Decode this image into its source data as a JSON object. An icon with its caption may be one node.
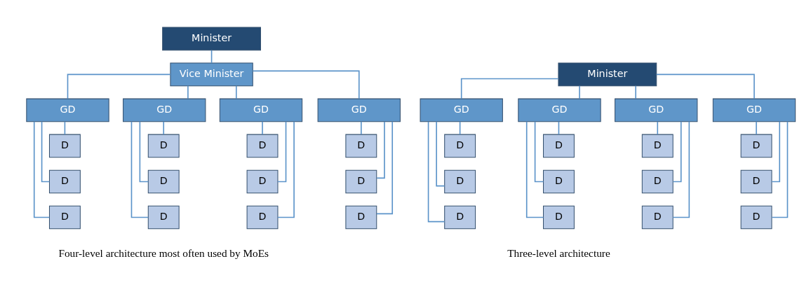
{
  "diagram": {
    "nodes": [
      {
        "text": [
          "Minister"
        ]
      },
      {
        "text": [
          "Vice Minister"
        ]
      },
      {
        "text": [
          "GD"
        ]
      },
      {
        "text": [
          "GD"
        ]
      },
      {
        "text": [
          "GD"
        ]
      },
      {
        "text": [
          "GD"
        ]
      },
      {
        "text": [
          "D"
        ]
      },
      {
        "text": [
          "D"
        ]
      },
      {
        "text": [
          "D"
        ]
      },
      {
        "text": [
          "D"
        ]
      },
      {
        "text": [
          "D"
        ]
      },
      {
        "text": [
          "D"
        ]
      },
      {
        "text": [
          "D"
        ]
      },
      {
        "text": [
          "D"
        ]
      },
      {
        "text": [
          "D"
        ]
      },
      {
        "text": [
          "D"
        ]
      },
      {
        "text": [
          "D"
        ]
      },
      {
        "text": [
          "D"
        ]
      },
      {
        "text": [
          "Minister"
        ]
      },
      {
        "text": [
          "GD"
        ]
      },
      {
        "text": [
          "GD"
        ]
      },
      {
        "text": [
          "GD"
        ]
      },
      {
        "text": [
          "GD"
        ]
      },
      {
        "text": [
          "D"
        ]
      },
      {
        "text": [
          "D"
        ]
      },
      {
        "text": [
          "D"
        ]
      },
      {
        "text": [
          "D"
        ]
      },
      {
        "text": [
          "D"
        ]
      },
      {
        "text": [
          "D"
        ]
      },
      {
        "text": [
          "D"
        ]
      },
      {
        "text": [
          "D"
        ]
      },
      {
        "text": [
          "D"
        ]
      },
      {
        "text": [
          "D"
        ]
      },
      {
        "text": [
          "D"
        ]
      },
      {
        "text": [
          "D"
        ]
      }
    ],
    "edges": [
      {
        "from": 0,
        "to": 1,
        "arrow": "none"
      },
      {
        "from": 1,
        "to": 2,
        "arrow": "none"
      },
      {
        "from": 1,
        "to": 3,
        "arrow": "none"
      },
      {
        "from": 1,
        "to": 4,
        "arrow": "none"
      },
      {
        "from": 1,
        "to": 5,
        "arrow": "none"
      },
      {
        "from": 2,
        "to": 6,
        "arrow": "none"
      },
      {
        "from": 2,
        "to": 7,
        "arrow": "none"
      },
      {
        "from": 2,
        "to": 8,
        "arrow": "none"
      },
      {
        "from": 3,
        "to": 9,
        "arrow": "none"
      },
      {
        "from": 3,
        "to": 10,
        "arrow": "none"
      },
      {
        "from": 3,
        "to": 11,
        "arrow": "none"
      },
      {
        "from": 4,
        "to": 12,
        "arrow": "none"
      },
      {
        "from": 4,
        "to": 13,
        "arrow": "none"
      },
      {
        "from": 4,
        "to": 14,
        "arrow": "none"
      },
      {
        "from": 5,
        "to": 15,
        "arrow": "none"
      },
      {
        "from": 5,
        "to": 16,
        "arrow": "none"
      },
      {
        "from": 5,
        "to": 17,
        "arrow": "none"
      },
      {
        "from": 18,
        "to": 19,
        "arrow": "none"
      },
      {
        "from": 18,
        "to": 20,
        "arrow": "none"
      },
      {
        "from": 18,
        "to": 21,
        "arrow": "none"
      },
      {
        "from": 18,
        "to": 22,
        "arrow": "none"
      },
      {
        "from": 19,
        "to": 23,
        "arrow": "none"
      },
      {
        "from": 19,
        "to": 24,
        "arrow": "none"
      },
      {
        "from": 19,
        "to": 25,
        "arrow": "none"
      },
      {
        "from": 20,
        "to": 26,
        "arrow": "none"
      },
      {
        "from": 20,
        "to": 27,
        "arrow": "none"
      },
      {
        "from": 20,
        "to": 28,
        "arrow": "none"
      },
      {
        "from": 21,
        "to": 29,
        "arrow": "none"
      },
      {
        "from": 21,
        "to": 30,
        "arrow": "none"
      },
      {
        "from": 21,
        "to": 31,
        "arrow": "none"
      },
      {
        "from": 22,
        "to": 32,
        "arrow": "none"
      },
      {
        "from": 22,
        "to": 33,
        "arrow": "none"
      },
      {
        "from": 22,
        "to": 34,
        "arrow": "none"
      }
    ],
    "labels": [
      "Four-level architecture most often used by MoEs",
      "Three-level architecture"
    ]
  }
}
